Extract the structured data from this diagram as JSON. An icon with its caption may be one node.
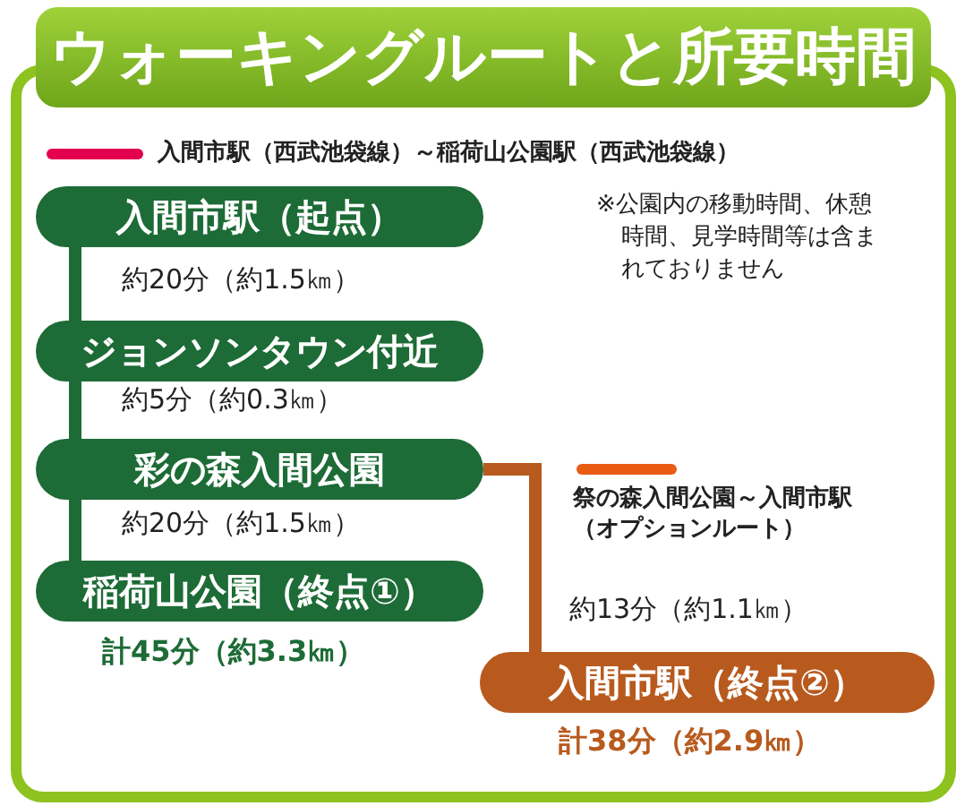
{
  "diagram": {
    "title": "ウォーキングルートと所要時間",
    "nodes": [
      {
        "text": [
          "入間市駅（起点）"
        ]
      },
      {
        "text": [
          "ジョンソンタウン付近"
        ]
      },
      {
        "text": [
          "彩の森入間公園"
        ]
      },
      {
        "text": [
          "稲荷山公園（終点①）"
        ],
        "beside": [
          "計45分（約3.3㎞）"
        ]
      },
      {
        "text": [
          "入間市駅（終点②）"
        ],
        "beside": [
          "計38分（約2.9㎞）"
        ]
      }
    ],
    "edges": [
      {
        "from": 0,
        "to": 1,
        "arrow": "none",
        "label": "約20分（約1.5㎞）"
      },
      {
        "from": 1,
        "to": 2,
        "arrow": "none",
        "label": "約5分（約0.3㎞）"
      },
      {
        "from": 2,
        "to": 3,
        "arrow": "none",
        "label": "約20分（約1.5㎞）"
      },
      {
        "from": 2,
        "to": 4,
        "arrow": "none",
        "label": "約13分（約1.1㎞）",
        "color": "#b85a1e"
      }
    ],
    "labels": [
      "※公園内の移動時間、休憩時間、見学時間等は含まれておりません"
    ],
    "legend": [
      {
        "text": "入間市駅（西武池袋線）～稲荷山公園駅（西武池袋線）",
        "color": "#e2004f"
      },
      {
        "text": "祭の森入間公園～入間市駅（オプションルート）",
        "color": "#ea5b14"
      }
    ]
  }
}
